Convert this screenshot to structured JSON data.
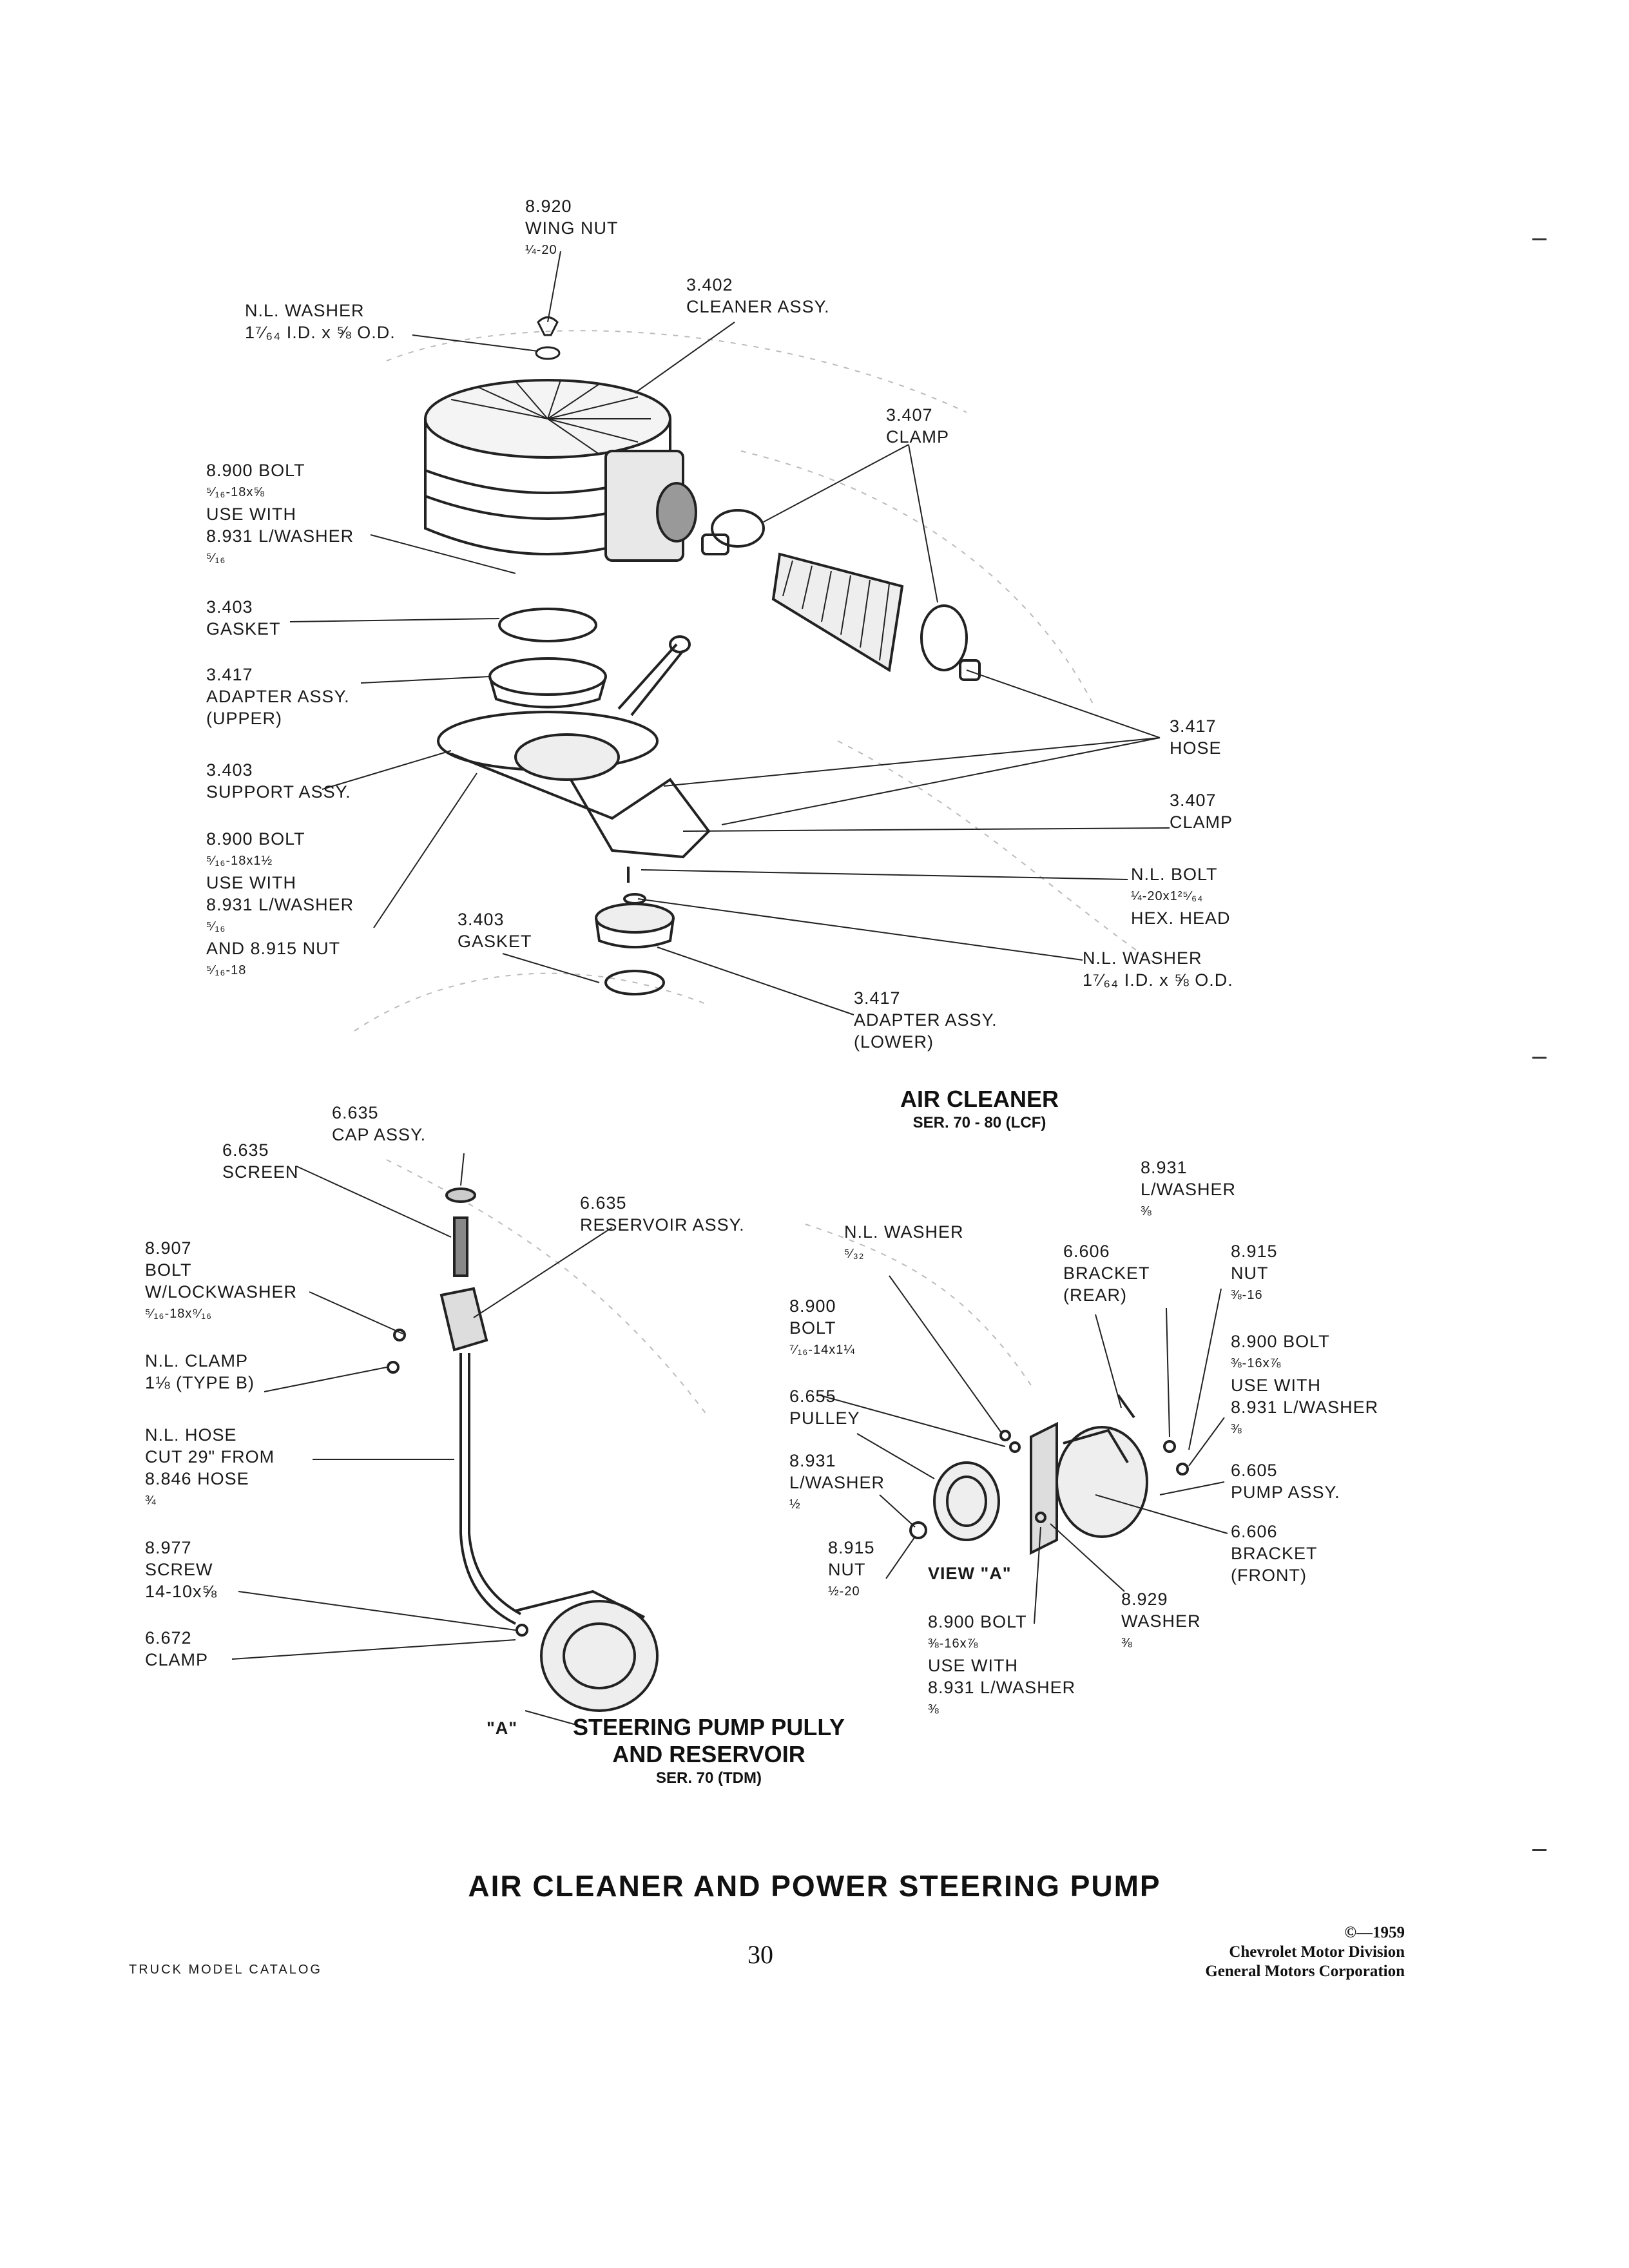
{
  "labels": {
    "wing_nut": [
      "8.920",
      "WING NUT",
      "¼-20"
    ],
    "nl_washer_top": [
      "N.L. WASHER",
      "1⁷⁄₆₄ I.D. x ⅝ O.D."
    ],
    "cleaner_assy": [
      "3.402",
      "CLEANER ASSY."
    ],
    "clamp_top": [
      "3.407",
      "CLAMP"
    ],
    "bolt_upper": [
      "8.900 BOLT",
      "⁵⁄₁₆-18x⅝",
      "USE WITH",
      "8.931 L/WASHER",
      "⁵⁄₁₆"
    ],
    "gasket_upper": [
      "3.403",
      "GASKET"
    ],
    "adapter_upper": [
      "3.417",
      "ADAPTER ASSY.",
      "(UPPER)"
    ],
    "support_assy": [
      "3.403",
      "SUPPORT ASSY."
    ],
    "bolt_lower": [
      "8.900 BOLT",
      "⁵⁄₁₆-18x1½",
      "USE WITH",
      "8.931 L/WASHER",
      "⁵⁄₁₆",
      "AND 8.915 NUT",
      "⁵⁄₁₆-18"
    ],
    "gasket_lower": [
      "3.403",
      "GASKET"
    ],
    "hose_right": [
      "3.417",
      "HOSE"
    ],
    "clamp_right": [
      "3.407",
      "CLAMP"
    ],
    "nl_bolt": [
      "N.L. BOLT",
      "¼-20x1²⁵⁄₆₄",
      "HEX. HEAD"
    ],
    "nl_washer_right": [
      "N.L. WASHER",
      "1⁷⁄₆₄ I.D. x ⅝ O.D."
    ],
    "adapter_lower": [
      "3.417",
      "ADAPTER ASSY.",
      "(LOWER)"
    ],
    "cap_assy": [
      "6.635",
      "CAP ASSY."
    ],
    "screen": [
      "6.635",
      "SCREEN"
    ],
    "reservoir_assy": [
      "6.635",
      "RESERVOIR ASSY."
    ],
    "bolt_lockwasher": [
      "8.907",
      "BOLT",
      "W/LOCKWASHER",
      "⁵⁄₁₆-18x⁹⁄₁₆"
    ],
    "nl_clamp": [
      "N.L. CLAMP",
      "1⅛ (TYPE B)"
    ],
    "nl_hose": [
      "N.L. HOSE",
      "CUT 29\" FROM",
      "8.846 HOSE",
      "¾"
    ],
    "screw": [
      "8.977",
      "SCREW",
      "14-10x⅝"
    ],
    "clamp_672": [
      "6.672",
      "CLAMP"
    ],
    "nl_washer_pump": [
      "N.L. WASHER",
      "⁵⁄₃₂"
    ],
    "bolt_pump": [
      "8.900",
      "BOLT",
      "⁷⁄₁₆-14x1¼"
    ],
    "pulley": [
      "6.655",
      "PULLEY"
    ],
    "lwasher_half": [
      "8.931",
      "L/WASHER",
      "½"
    ],
    "nut_half": [
      "8.915",
      "NUT",
      "½-20"
    ],
    "bracket_rear": [
      "6.606",
      "BRACKET",
      "(REAR)"
    ],
    "lwasher_top": [
      "8.931",
      "L/WASHER",
      "⅜"
    ],
    "nut_38": [
      "8.915",
      "NUT",
      "⅜-16"
    ],
    "bolt_38": [
      "8.900 BOLT",
      "⅜-16x⅞",
      "USE WITH",
      "8.931 L/WASHER",
      "⅜"
    ],
    "pump_assy": [
      "6.605",
      "PUMP ASSY."
    ],
    "bracket_front": [
      "6.606",
      "BRACKET",
      "(FRONT)"
    ],
    "washer_929": [
      "8.929",
      "WASHER",
      "⅜"
    ],
    "bolt_bottom": [
      "8.900 BOLT",
      "⅜-16x⅞",
      "USE WITH",
      "8.931 L/WASHER",
      "⅜"
    ],
    "view_a": "VIEW \"A\"",
    "a_marker": "\"A\""
  },
  "captions": {
    "air_cleaner": "AIR CLEANER",
    "air_cleaner_sub": "SER. 70 - 80 (LCF)",
    "steering_1": "STEERING PUMP PULLY",
    "steering_2": "AND RESERVOIR",
    "steering_sub": "SER. 70 (TDM)",
    "main_title": "AIR CLEANER AND POWER STEERING PUMP"
  },
  "footer": {
    "catalog": "TRUCK MODEL CATALOG",
    "page_number": "30",
    "copyright": "©—1959",
    "division": "Chevrolet Motor Division",
    "corporation": "General Motors Corporation"
  }
}
